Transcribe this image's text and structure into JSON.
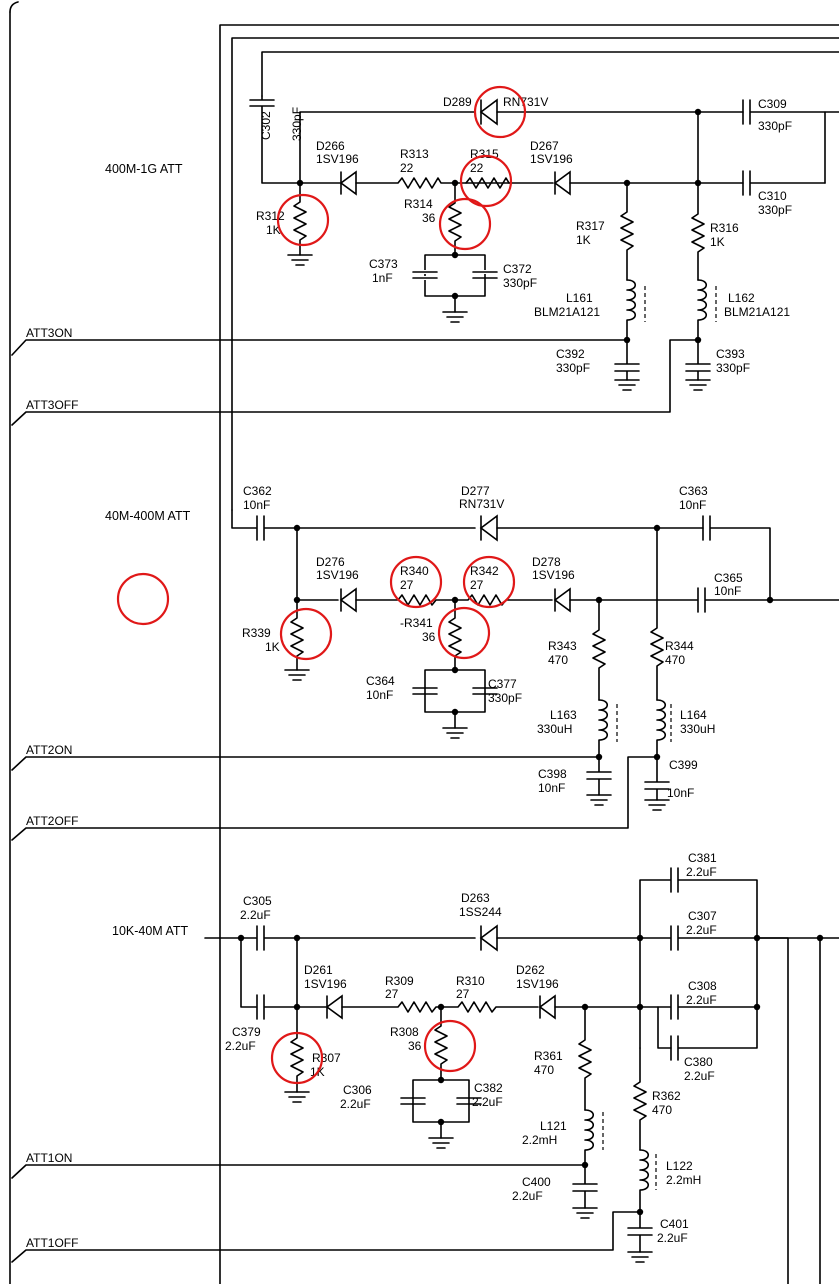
{
  "sections": {
    "s1": "400M-1G ATT",
    "s2": "40M-400M ATT",
    "s3": "10K-40M ATT"
  },
  "control_lines": {
    "att3on": "ATT3ON",
    "att3off": "ATT3OFF",
    "att2on": "ATT2ON",
    "att2off": "ATT2OFF",
    "att1on": "ATT1ON",
    "att1off": "ATT1OFF"
  },
  "components": {
    "c302": {
      "ref": "C302",
      "val": "330pF"
    },
    "d289": {
      "ref": "D289",
      "val": "RN731V"
    },
    "c309": {
      "ref": "C309",
      "val": "330pF"
    },
    "c310": {
      "ref": "C310",
      "val": "330pF"
    },
    "d266": {
      "ref": "D266",
      "val": "1SV196"
    },
    "r313": {
      "ref": "R313",
      "val": "22"
    },
    "r315": {
      "ref": "R315",
      "val": "22"
    },
    "d267": {
      "ref": "D267",
      "val": "1SV196"
    },
    "r312": {
      "ref": "R312",
      "val": "1K"
    },
    "r314": {
      "ref": "R314",
      "val": "36"
    },
    "r317": {
      "ref": "R317",
      "val": "1K"
    },
    "r316": {
      "ref": "R316",
      "val": "1K"
    },
    "c373": {
      "ref": "C373",
      "val": "1nF"
    },
    "c372": {
      "ref": "C372",
      "val": "330pF"
    },
    "l161": {
      "ref": "L161",
      "val": "BLM21A121"
    },
    "l162": {
      "ref": "L162",
      "val": "BLM21A121"
    },
    "c392": {
      "ref": "C392",
      "val": "330pF"
    },
    "c393": {
      "ref": "C393",
      "val": "330pF"
    },
    "c362": {
      "ref": "C362",
      "val": "10nF"
    },
    "d277": {
      "ref": "D277",
      "val": "RN731V"
    },
    "c363": {
      "ref": "C363",
      "val": "10nF"
    },
    "d276": {
      "ref": "D276",
      "val": "1SV196"
    },
    "r340": {
      "ref": "R340",
      "val": "27"
    },
    "r342": {
      "ref": "R342",
      "val": "27"
    },
    "d278": {
      "ref": "D278",
      "val": "1SV196"
    },
    "c365": {
      "ref": "C365",
      "val": "10nF"
    },
    "r339": {
      "ref": "R339",
      "val": "1K"
    },
    "r341": {
      "ref": "-R341",
      "val": "36"
    },
    "r343": {
      "ref": "R343",
      "val": "470"
    },
    "r344": {
      "ref": "R344",
      "val": "470"
    },
    "c364": {
      "ref": "C364",
      "val": "10nF"
    },
    "c377": {
      "ref": "C377",
      "val": "330pF"
    },
    "l163": {
      "ref": "L163",
      "val": "330uH"
    },
    "l164": {
      "ref": "L164",
      "val": "330uH"
    },
    "c398": {
      "ref": "C398",
      "val": "10nF"
    },
    "c399": {
      "ref": "C399",
      "val": "10nF"
    },
    "c381": {
      "ref": "C381",
      "val": "2.2uF"
    },
    "c305": {
      "ref": "C305",
      "val": "2.2uF"
    },
    "d263": {
      "ref": "D263",
      "val": "1SS244"
    },
    "c307": {
      "ref": "C307",
      "val": "2.2uF"
    },
    "d261": {
      "ref": "D261",
      "val": "1SV196"
    },
    "r309": {
      "ref": "R309",
      "val": "27"
    },
    "r310": {
      "ref": "R310",
      "val": "27"
    },
    "d262": {
      "ref": "D262",
      "val": "1SV196"
    },
    "c308": {
      "ref": "C308",
      "val": "2.2uF"
    },
    "c379": {
      "ref": "C379",
      "val": "2.2uF"
    },
    "r308": {
      "ref": "R308",
      "val": "36"
    },
    "r307": {
      "ref": "R307",
      "val": "1K"
    },
    "c380": {
      "ref": "C380",
      "val": "2.2uF"
    },
    "r361": {
      "ref": "R361",
      "val": "470"
    },
    "c306": {
      "ref": "C306",
      "val": "2.2uF"
    },
    "c382": {
      "ref": "C382",
      "val": "2.2uF"
    },
    "r362": {
      "ref": "R362",
      "val": "470"
    },
    "l121": {
      "ref": "L121",
      "val": "2.2mH"
    },
    "l122": {
      "ref": "L122",
      "val": "2.2mH"
    },
    "c400": {
      "ref": "C400",
      "val": "2.2uF"
    },
    "c401": {
      "ref": "C401",
      "val": "2.2uF"
    }
  },
  "annotation": {
    "color": "#e01818",
    "circled_parts": [
      "D289",
      "R315",
      "R312",
      "R314",
      "R340",
      "R342",
      "R339",
      "R341",
      "R307",
      "R308"
    ]
  }
}
